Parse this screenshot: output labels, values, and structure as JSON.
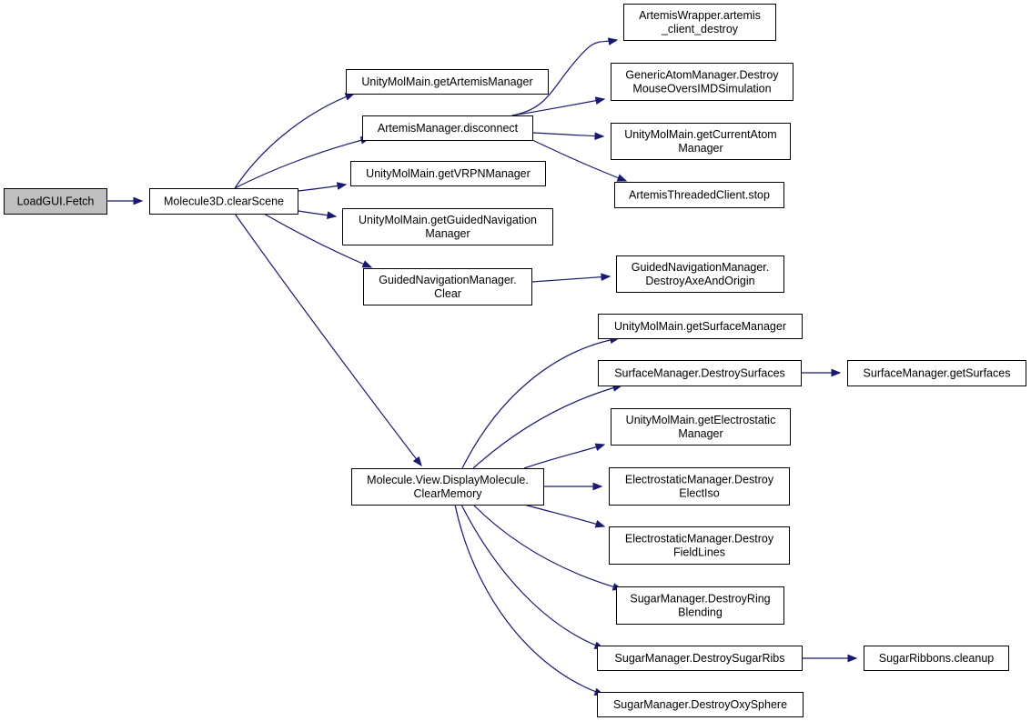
{
  "colors": {
    "edge": "#191970",
    "node_border": "#000000",
    "root_fill": "#bfbfbf",
    "node_fill": "#ffffff"
  },
  "nodes": {
    "load_gui_fetch": [
      "LoadGUI.Fetch"
    ],
    "clear_scene": [
      "Molecule3D.clearScene"
    ],
    "get_artemis_manager": [
      "UnityMolMain.getArtemisManager"
    ],
    "artemis_disconnect": [
      "ArtemisManager.disconnect"
    ],
    "get_vrpn_manager": [
      "UnityMolMain.getVRPNManager"
    ],
    "get_guided_nav_manager": [
      "UnityMolMain.getGuidedNavigation",
      "Manager"
    ],
    "guided_nav_clear": [
      "GuidedNavigationManager.",
      "Clear"
    ],
    "clear_memory": [
      "Molecule.View.DisplayMolecule.",
      "ClearMemory"
    ],
    "artemis_client_destroy": [
      "ArtemisWrapper.artemis",
      "_client_destroy"
    ],
    "destroy_mouse_overs": [
      "GenericAtomManager.Destroy",
      "MouseOversIMDSimulation"
    ],
    "get_current_atom_manager": [
      "UnityMolMain.getCurrentAtom",
      "Manager"
    ],
    "threaded_client_stop": [
      "ArtemisThreadedClient.stop"
    ],
    "destroy_axe_origin": [
      "GuidedNavigationManager.",
      "DestroyAxeAndOrigin"
    ],
    "get_surface_manager": [
      "UnityMolMain.getSurfaceManager"
    ],
    "destroy_surfaces": [
      "SurfaceManager.DestroySurfaces"
    ],
    "get_surfaces": [
      "SurfaceManager.getSurfaces"
    ],
    "get_electrostatic_manager": [
      "UnityMolMain.getElectrostatic",
      "Manager"
    ],
    "destroy_elect_iso": [
      "ElectrostaticManager.Destroy",
      "ElectIso"
    ],
    "destroy_field_lines": [
      "ElectrostaticManager.Destroy",
      "FieldLines"
    ],
    "destroy_ring_blending": [
      "SugarManager.DestroyRing",
      "Blending"
    ],
    "destroy_sugar_ribs": [
      "SugarManager.DestroySugarRibs"
    ],
    "sugar_ribbons_cleanup": [
      "SugarRibbons.cleanup"
    ],
    "destroy_oxy_sphere": [
      "SugarManager.DestroyOxySphere"
    ]
  }
}
